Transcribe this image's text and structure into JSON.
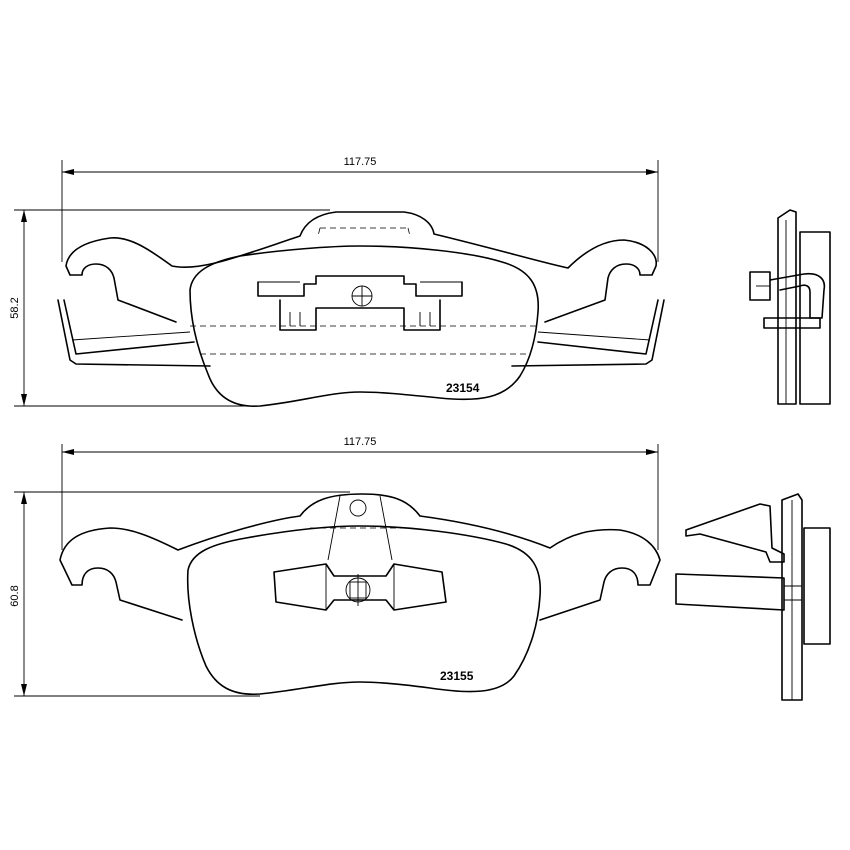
{
  "top_pad": {
    "width_label": "117.75",
    "height_label": "58.2",
    "part_number": "23154"
  },
  "bottom_pad": {
    "width_label": "117.75",
    "height_label": "60.8",
    "part_number": "23155"
  }
}
